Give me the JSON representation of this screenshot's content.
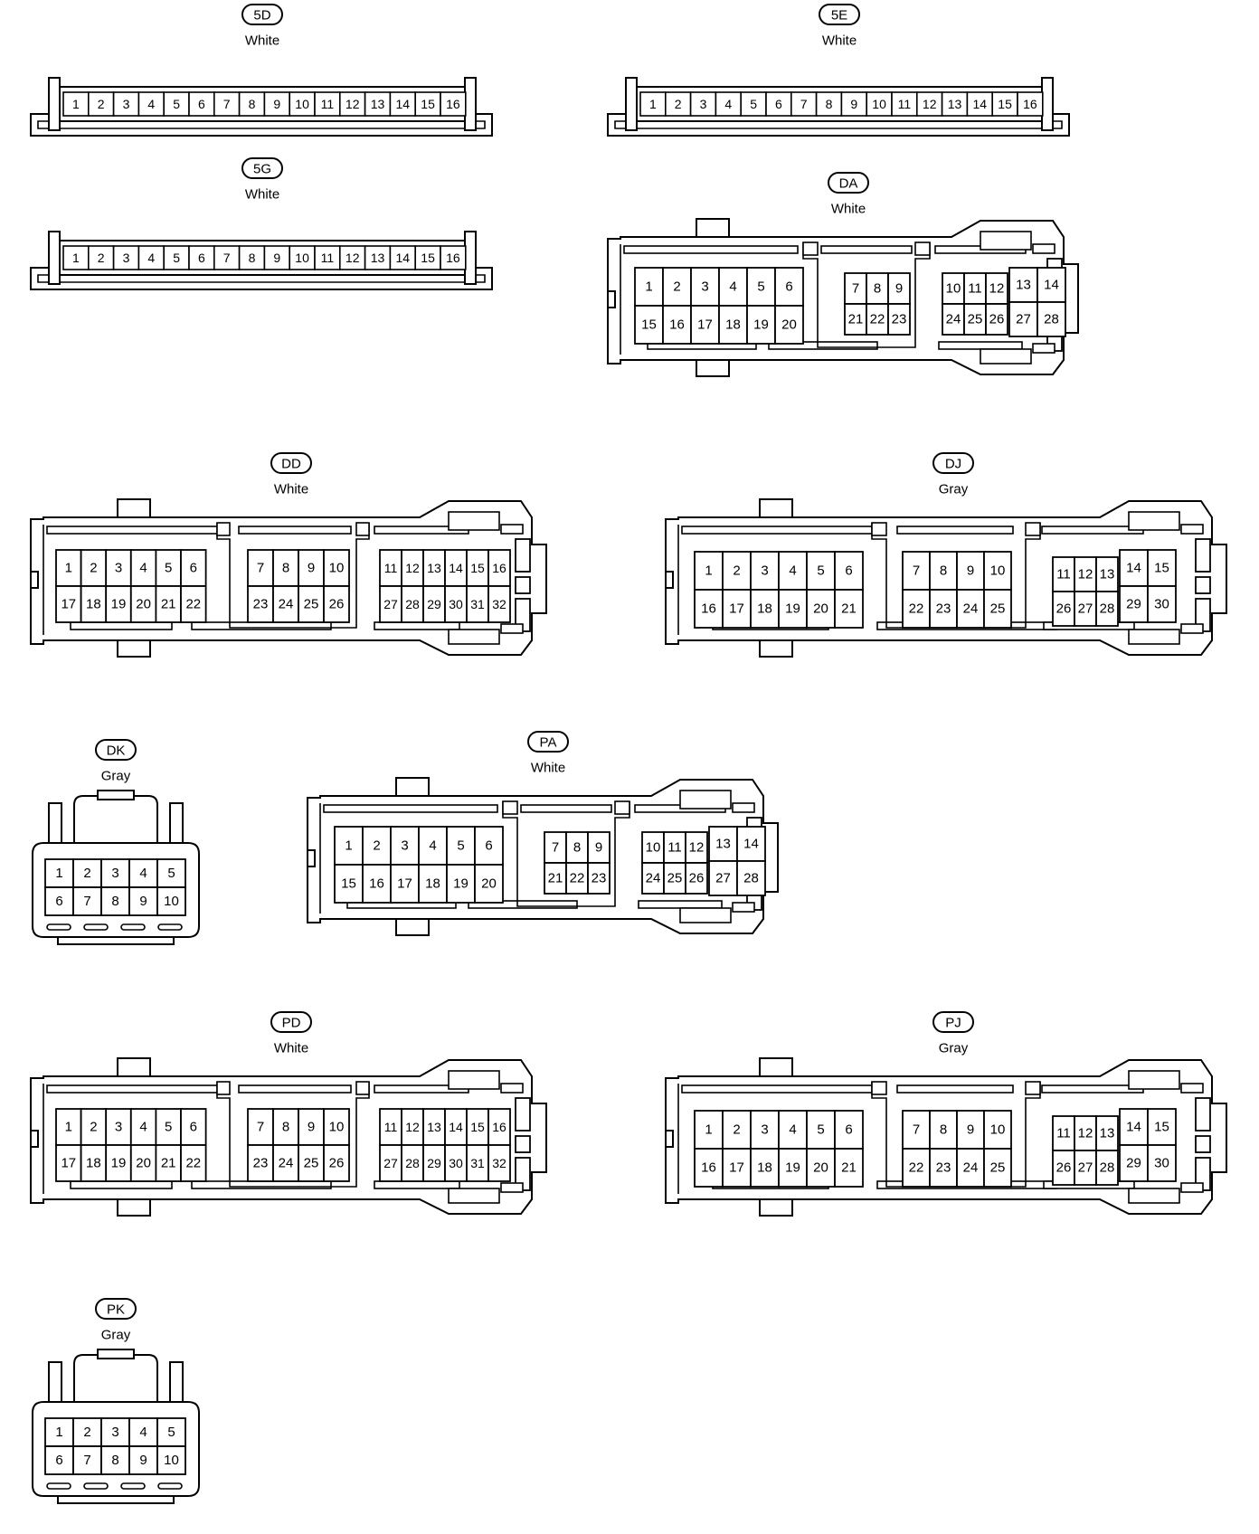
{
  "connectors": [
    {
      "code": "5D",
      "color": "White",
      "type": "strip16",
      "pins": [
        "1",
        "2",
        "3",
        "4",
        "5",
        "6",
        "7",
        "8",
        "9",
        "10",
        "11",
        "12",
        "13",
        "14",
        "15",
        "16"
      ]
    },
    {
      "code": "5E",
      "color": "White",
      "type": "strip16",
      "pins": [
        "1",
        "2",
        "3",
        "4",
        "5",
        "6",
        "7",
        "8",
        "9",
        "10",
        "11",
        "12",
        "13",
        "14",
        "15",
        "16"
      ]
    },
    {
      "code": "5G",
      "color": "White",
      "type": "strip16",
      "pins": [
        "1",
        "2",
        "3",
        "4",
        "5",
        "6",
        "7",
        "8",
        "9",
        "10",
        "11",
        "12",
        "13",
        "14",
        "15",
        "16"
      ]
    },
    {
      "code": "DA",
      "color": "White",
      "type": "ecu28",
      "blocks": [
        {
          "rows": [
            [
              "1",
              "2",
              "3",
              "4",
              "5",
              "6"
            ],
            [
              "15",
              "16",
              "17",
              "18",
              "19",
              "20"
            ]
          ]
        },
        {
          "rows": [
            [
              "7",
              "8",
              "9"
            ],
            [
              "21",
              "22",
              "23"
            ]
          ]
        },
        {
          "rows": [
            [
              "10",
              "11",
              "12"
            ],
            [
              "24",
              "25",
              "26"
            ]
          ],
          "tall": [
            "13",
            "14",
            "27",
            "28"
          ]
        }
      ]
    },
    {
      "code": "DD",
      "color": "White",
      "type": "ecu32",
      "blocks": [
        {
          "rows": [
            [
              "1",
              "2",
              "3",
              "4",
              "5",
              "6"
            ],
            [
              "17",
              "18",
              "19",
              "20",
              "21",
              "22"
            ]
          ]
        },
        {
          "rows": [
            [
              "7",
              "8",
              "9",
              "10"
            ],
            [
              "23",
              "24",
              "25",
              "26"
            ]
          ]
        },
        {
          "rows": [
            [
              "11",
              "12",
              "13",
              "14",
              "15",
              "16"
            ],
            [
              "27",
              "28",
              "29",
              "30",
              "31",
              "32"
            ]
          ]
        }
      ]
    },
    {
      "code": "DJ",
      "color": "Gray",
      "type": "ecu30",
      "blocks": [
        {
          "rows": [
            [
              "1",
              "2",
              "3",
              "4",
              "5",
              "6"
            ],
            [
              "16",
              "17",
              "18",
              "19",
              "20",
              "21"
            ]
          ]
        },
        {
          "rows": [
            [
              "7",
              "8",
              "9",
              "10"
            ],
            [
              "22",
              "23",
              "24",
              "25"
            ]
          ]
        },
        {
          "rows": [
            [
              "11",
              "12",
              "13"
            ],
            [
              "26",
              "27",
              "28"
            ]
          ],
          "tall": [
            "14",
            "15",
            "29",
            "30"
          ]
        }
      ]
    },
    {
      "code": "DK",
      "color": "Gray",
      "type": "small10",
      "rows": [
        [
          "1",
          "2",
          "3",
          "4",
          "5"
        ],
        [
          "6",
          "7",
          "8",
          "9",
          "10"
        ]
      ]
    },
    {
      "code": "PA",
      "color": "White",
      "type": "ecu28",
      "blocks": [
        {
          "rows": [
            [
              "1",
              "2",
              "3",
              "4",
              "5",
              "6"
            ],
            [
              "15",
              "16",
              "17",
              "18",
              "19",
              "20"
            ]
          ]
        },
        {
          "rows": [
            [
              "7",
              "8",
              "9"
            ],
            [
              "21",
              "22",
              "23"
            ]
          ]
        },
        {
          "rows": [
            [
              "10",
              "11",
              "12"
            ],
            [
              "24",
              "25",
              "26"
            ]
          ],
          "tall": [
            "13",
            "14",
            "27",
            "28"
          ]
        }
      ]
    },
    {
      "code": "PD",
      "color": "White",
      "type": "ecu32",
      "blocks": [
        {
          "rows": [
            [
              "1",
              "2",
              "3",
              "4",
              "5",
              "6"
            ],
            [
              "17",
              "18",
              "19",
              "20",
              "21",
              "22"
            ]
          ]
        },
        {
          "rows": [
            [
              "7",
              "8",
              "9",
              "10"
            ],
            [
              "23",
              "24",
              "25",
              "26"
            ]
          ]
        },
        {
          "rows": [
            [
              "11",
              "12",
              "13",
              "14",
              "15",
              "16"
            ],
            [
              "27",
              "28",
              "29",
              "30",
              "31",
              "32"
            ]
          ]
        }
      ]
    },
    {
      "code": "PJ",
      "color": "Gray",
      "type": "ecu30",
      "blocks": [
        {
          "rows": [
            [
              "1",
              "2",
              "3",
              "4",
              "5",
              "6"
            ],
            [
              "16",
              "17",
              "18",
              "19",
              "20",
              "21"
            ]
          ]
        },
        {
          "rows": [
            [
              "7",
              "8",
              "9",
              "10"
            ],
            [
              "22",
              "23",
              "24",
              "25"
            ]
          ]
        },
        {
          "rows": [
            [
              "11",
              "12",
              "13"
            ],
            [
              "26",
              "27",
              "28"
            ]
          ],
          "tall": [
            "14",
            "15",
            "29",
            "30"
          ]
        }
      ]
    },
    {
      "code": "PK",
      "color": "Gray",
      "type": "small10",
      "rows": [
        [
          "1",
          "2",
          "3",
          "4",
          "5"
        ],
        [
          "6",
          "7",
          "8",
          "9",
          "10"
        ]
      ]
    }
  ]
}
